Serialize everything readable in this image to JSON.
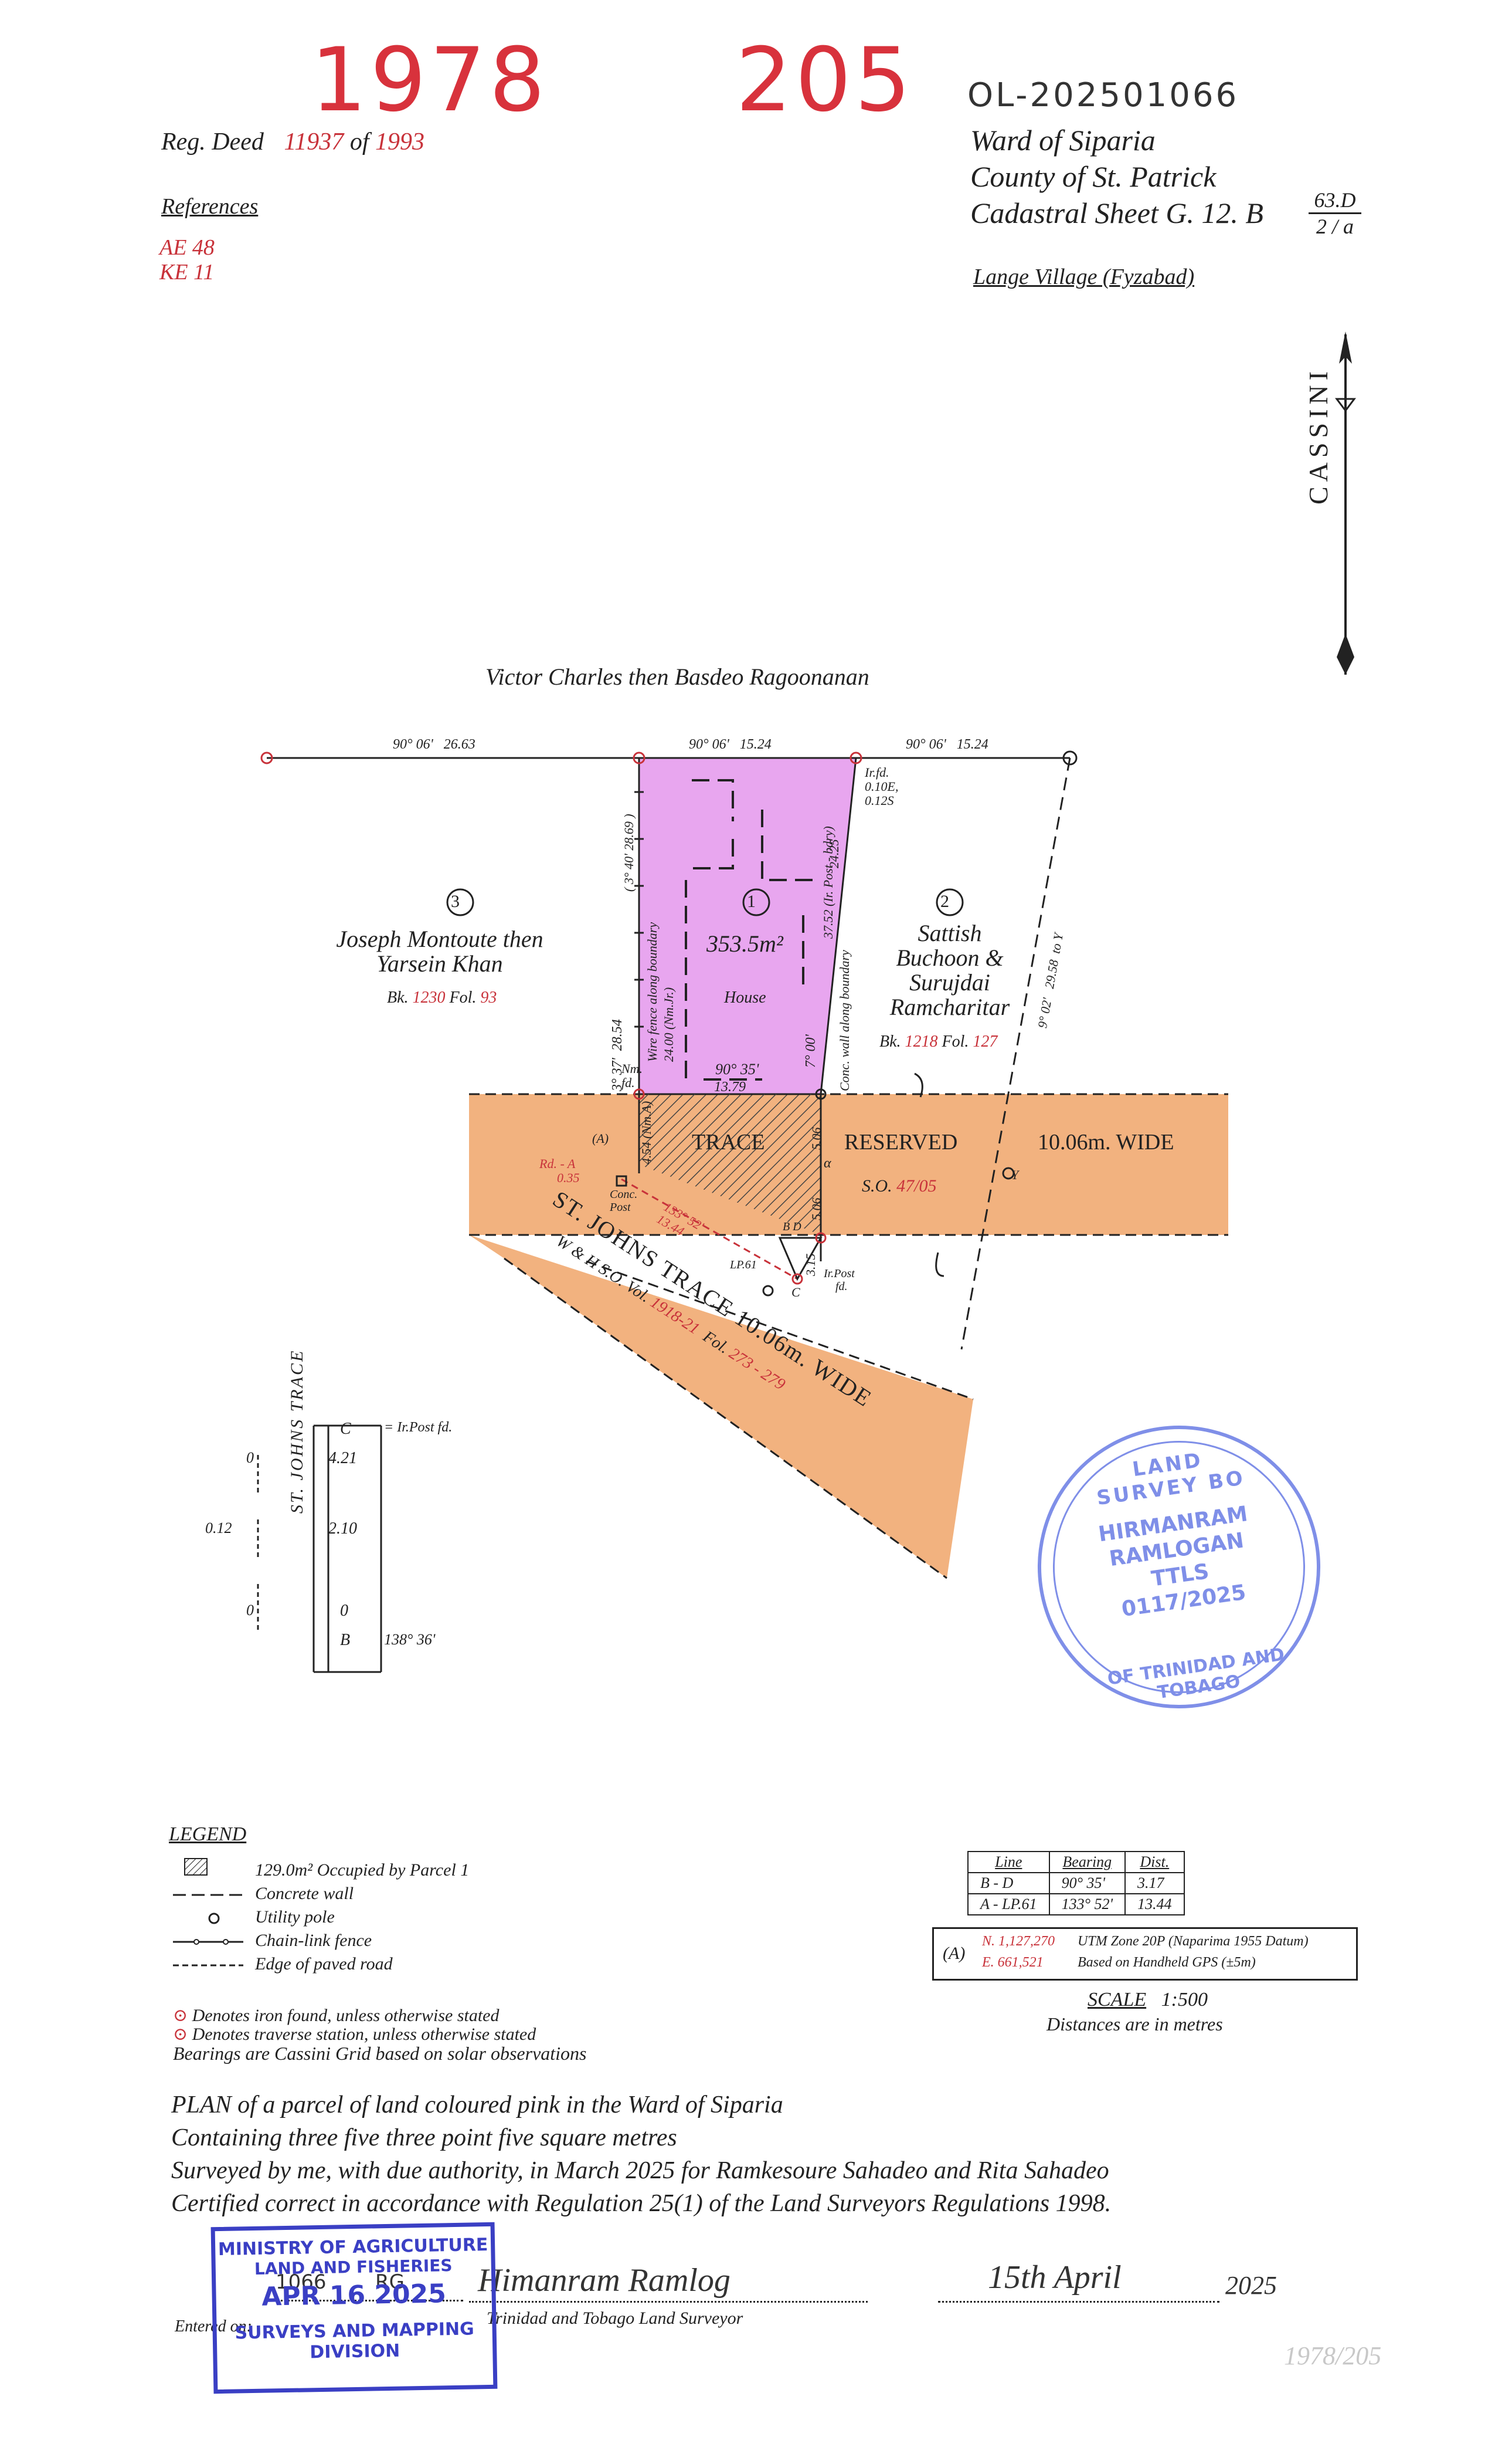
{
  "header": {
    "plan_no_left": "1978",
    "plan_no_right": "205",
    "handwritten_ref": "OL-202501066",
    "reg_deed_label": "Reg. Deed",
    "reg_deed_no": "11937",
    "reg_deed_of": "of",
    "reg_deed_year": "1993",
    "references_title": "References",
    "references": [
      "AE 48",
      "KE 11"
    ],
    "ward": "Ward of Siparia",
    "county": "County of St. Patrick",
    "cadastral_sheet": "Cadastral Sheet G. 12. B",
    "sheet_fraction_top": "63.D",
    "sheet_fraction_bottom": "2 / a",
    "village": "Lange Village (Fyzabad)"
  },
  "north_arrow": {
    "label": "CASSINI"
  },
  "map": {
    "north_owner": "Victor Charles then Basdeo Ragoonanan",
    "top_bearings": [
      {
        "bearing": "90° 06'",
        "distance": "26.63"
      },
      {
        "bearing": "90° 06'",
        "distance": "15.24"
      },
      {
        "bearing": "90° 06'",
        "distance": "15.24"
      }
    ],
    "parcel1": {
      "number": "1",
      "area": "353.5m²",
      "house": "House"
    },
    "parcel2": {
      "number": "2",
      "owner_line1": "Sattish",
      "owner_line2": "Buchoon &",
      "owner_line3": "Surujdai",
      "owner_line4": "Ramcharitar",
      "bk_label": "Bk.",
      "bk": "1218",
      "fol_label": "Fol.",
      "fol": "127"
    },
    "parcel3": {
      "number": "3",
      "owner_line1": "Joseph Montoute then",
      "owner_line2": "Yarsein Khan",
      "bk_label": "Bk.",
      "bk": "1230",
      "fol_label": "Fol.",
      "fol": "93"
    },
    "labels": {
      "west_bearing": "3° 37'",
      "west_dist": "28.54",
      "west_fence": "Wire fence along boundary",
      "west_fence_dist": "24.00 (Nm.Jr.)",
      "west_top": "( 3° 40'  28.69 )",
      "east_bearing": "7° 00'",
      "east_dist": "37.52 (Ir. Post - bdry)",
      "east_wall": "Conc. wall along boundary",
      "east_wall_dist": "24.25",
      "irfd": "Ir.fd.",
      "irfd_e": "0.10E,",
      "irfd_s": "0.12S",
      "south_bearing": "90° 35'",
      "south_dist": "13.79",
      "nmfd1": "Nm.",
      "nmfd2": "fd.",
      "a_mark": "(A)",
      "nma_dist": "4.54 (Nm.A)",
      "rd_a": "Rd. - A",
      "rd_a_dist": "0.35",
      "conc_post1": "Conc.",
      "conc_post2": "Post",
      "red_bearing": "133° 52'",
      "red_dist": "13.44",
      "d1": "5.06",
      "d2": "5.06",
      "d3": "3.15",
      "alpha": "α",
      "bd": "B  D",
      "c_mark": "C",
      "lp61": "LP.61",
      "irpost1": "Ir.Post",
      "irpost2": "fd.",
      "trace": "TRACE",
      "reserved": "RESERVED",
      "width": "10.06m.  WIDE",
      "so": "S.O.",
      "so_no": "47/05",
      "east_outer_bearing": "9° 02'",
      "east_outer_dist": "29.58",
      "to_y": "to Y",
      "y_mark": "Y"
    },
    "st_johns": {
      "name": "ST.  JOHNS  TRACE  10.06m.  WIDE",
      "wh_so": "W & H S.O. Vol.",
      "wh_vol": "1918-21",
      "wh_fol": "Fol.",
      "wh_fol_no": "273 - 279"
    }
  },
  "offset_diagram": {
    "trace_label": "ST. JOHNS TRACE",
    "c": "C",
    "c_note": "= Ir.Post fd.",
    "d1": "4.21",
    "d2": "2.10",
    "d3": "0",
    "b": "B",
    "b_bearing": "138° 36'",
    "off1": "0",
    "off2": "0.12",
    "off3": "0"
  },
  "stamp_land": {
    "ring_top": "LAND SURVEY BO",
    "ring_bottom": "OF TRINIDAD AND TOBAGO",
    "name1": "HIRMANRAM",
    "name2": "RAMLOGAN",
    "ttls": "TTLS",
    "no": "0117/2025"
  },
  "legend": {
    "title": "LEGEND",
    "items": [
      "129.0m² Occupied by Parcel 1",
      "Concrete wall",
      "Utility pole",
      "Chain-link fence",
      "Edge of paved road"
    ],
    "notes": [
      "Denotes iron found, unless otherwise stated",
      "Denotes traverse station, unless otherwise stated",
      "Bearings are Cassini Grid based on solar observations"
    ]
  },
  "line_table": {
    "headers": [
      "Line",
      "Bearing",
      "Dist."
    ],
    "rows": [
      [
        "B - D",
        "90° 35'",
        "3.17"
      ],
      [
        "A - LP.61",
        "133° 52'",
        "13.44"
      ]
    ]
  },
  "coords": {
    "label": "(A)",
    "n": "N. 1,127,270",
    "e": "E.  661,521",
    "n_note": "UTM Zone 20P (Naparima 1955 Datum)",
    "e_note": "Based on Handheld GPS (±5m)"
  },
  "scale": {
    "label": "SCALE",
    "value": "1:500",
    "note": "Distances are in metres"
  },
  "certification": [
    "PLAN of a parcel of land coloured pink in the Ward of Siparia",
    "Containing three five three point five square metres",
    "Surveyed by me, with due authority, in March 2025 for Ramkesoure Sahadeo and Rita Sahadeo",
    "Certified correct in accordance with Regulation 25(1) of the Land Surveyors Regulations 1998."
  ],
  "footer": {
    "entered_on": "Entered on:",
    "entered_no": "1066",
    "entered_init": "RG",
    "surveyor_sig": "Himanram Ramlog",
    "surveyor_title": "Trinidad and Tobago Land Surveyor",
    "date_hw": "15th April",
    "date_year": "2025",
    "corner_hw": "1978/205"
  },
  "stamp_ministry": {
    "line1": "MINISTRY OF AGRICULTURE",
    "line2": "LAND AND FISHERIES",
    "date": "APR 16 2025",
    "line3": "SURVEYS AND MAPPING",
    "line4": "DIVISION"
  },
  "colors": {
    "pink": "#e8a6ef",
    "road": "#f2b27f",
    "red": "#c8323a",
    "stamp_blue": "#3a3fc4",
    "stamp_light": "#7f8fe8"
  }
}
